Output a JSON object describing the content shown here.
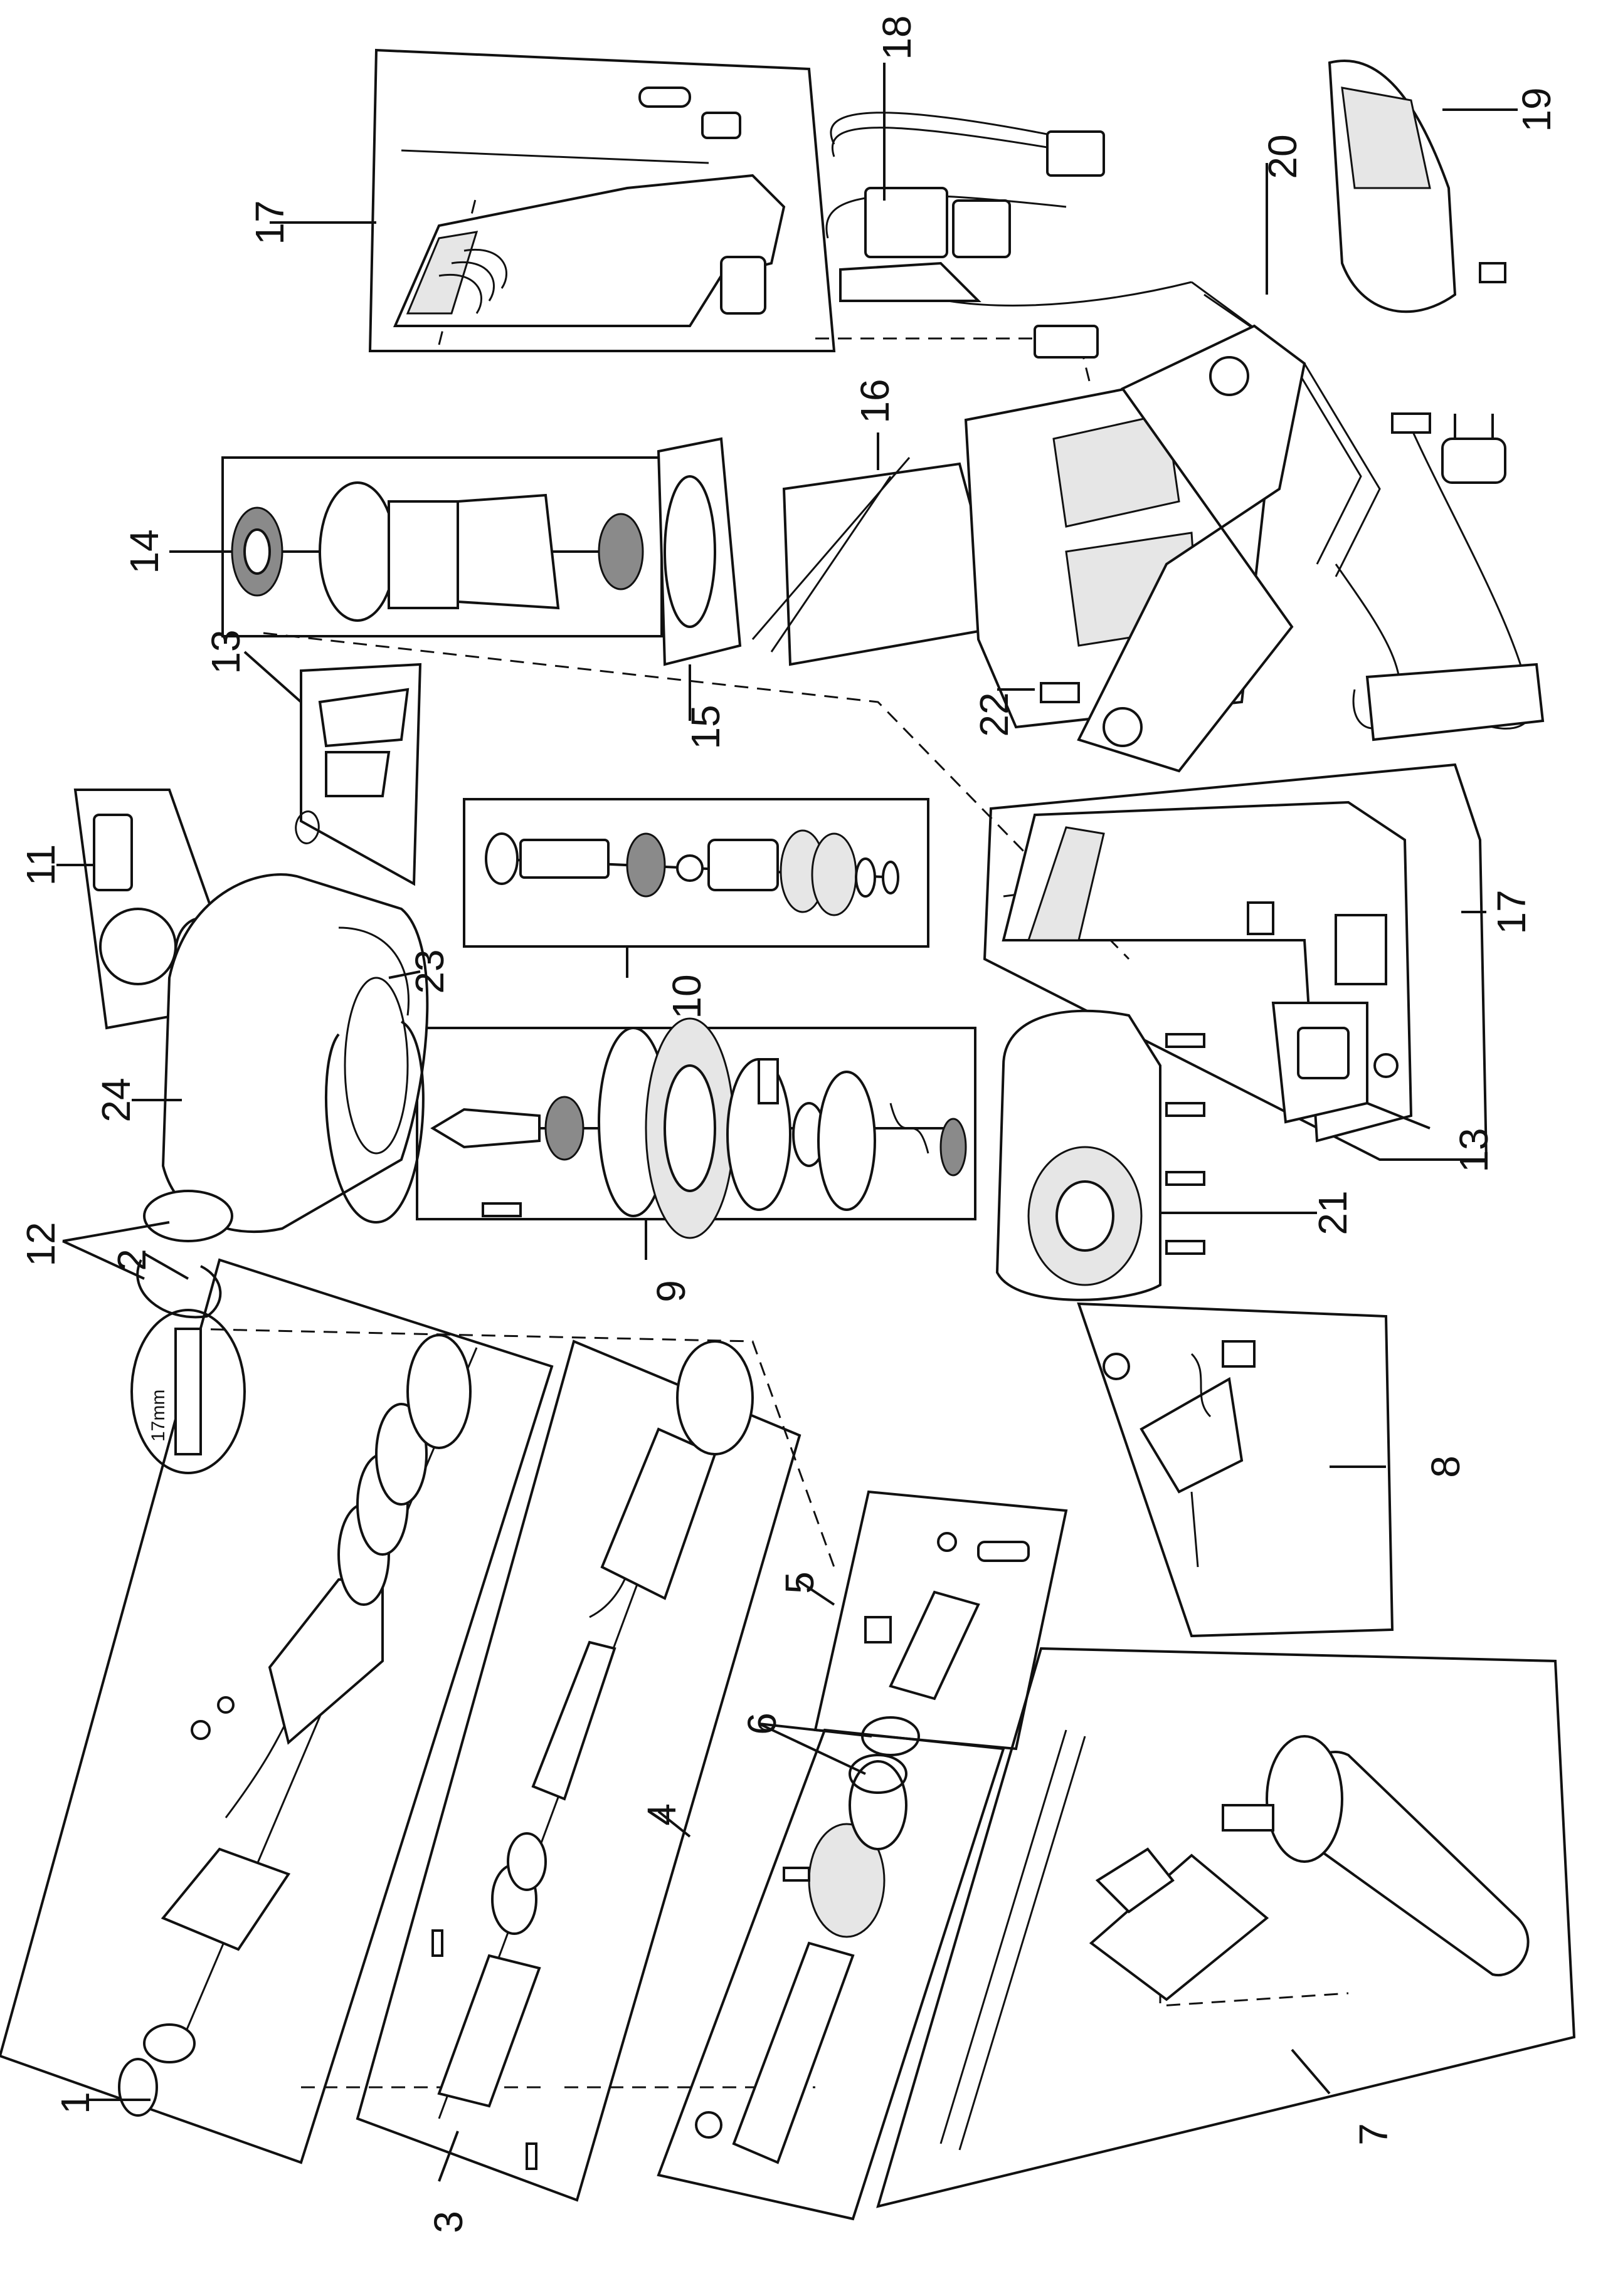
{
  "callouts": [
    {
      "label": "1",
      "angle": -90
    },
    {
      "label": "2",
      "angle": -90
    },
    {
      "label": "3",
      "angle": -90
    },
    {
      "label": "4",
      "angle": -90
    },
    {
      "label": "5",
      "angle": -90
    },
    {
      "label": "6",
      "angle": -90
    },
    {
      "label": "7",
      "angle": -90
    },
    {
      "label": "8",
      "angle": -90
    },
    {
      "label": "9",
      "angle": -90
    },
    {
      "label": "10",
      "angle": -90
    },
    {
      "label": "11",
      "angle": -90
    },
    {
      "label": "12",
      "angle": -90
    },
    {
      "label": "13",
      "angle": -90
    },
    {
      "label": "13",
      "angle": -90
    },
    {
      "label": "14",
      "angle": -90
    },
    {
      "label": "15",
      "angle": -90
    },
    {
      "label": "16",
      "angle": -90
    },
    {
      "label": "17",
      "angle": -90
    },
    {
      "label": "17",
      "angle": -90
    },
    {
      "label": "18",
      "angle": -90
    },
    {
      "label": "19",
      "angle": -90
    },
    {
      "label": "20",
      "angle": -90
    },
    {
      "label": "21",
      "angle": -90
    },
    {
      "label": "22",
      "angle": -90
    },
    {
      "label": "23",
      "angle": -90
    },
    {
      "label": "24",
      "angle": -90
    }
  ],
  "inset": {
    "wrench_size": "17mm"
  }
}
